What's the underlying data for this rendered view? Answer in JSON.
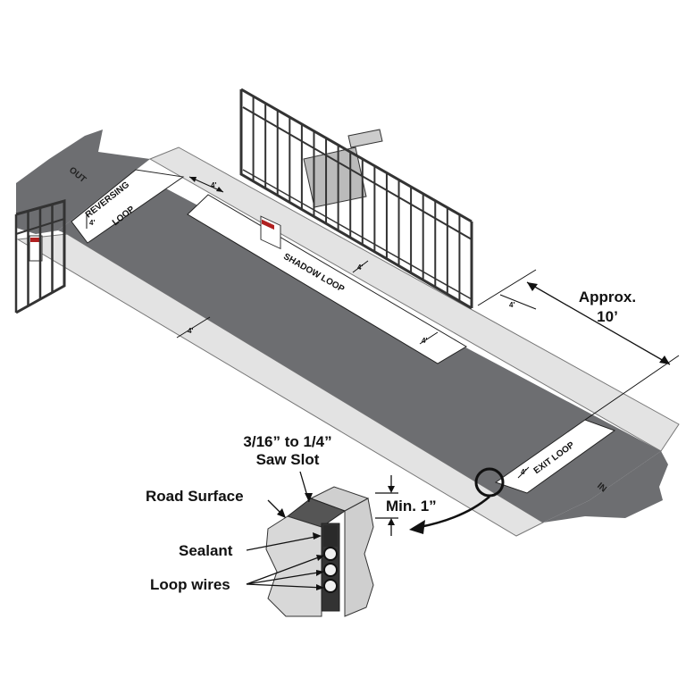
{
  "road_labels": {
    "out": "OUT",
    "in": "IN"
  },
  "loops": {
    "reversing_line1": "REVERSING",
    "reversing_line2": "LOOP",
    "shadow": "SHADOW LOOP",
    "exit": "EXIT LOOP"
  },
  "dimensions": {
    "four_ft": "4'",
    "approx_line1": "Approx.",
    "approx_line2": "10’"
  },
  "detail": {
    "saw_slot_line1": "3/16” to 1/4”",
    "saw_slot_line2": "Saw Slot",
    "road_surface": "Road Surface",
    "min_depth": "Min. 1”",
    "sealant": "Sealant",
    "loop_wires": "Loop wires"
  },
  "colors": {
    "road": "#6d6e71",
    "sidewalk": "#e3e3e3",
    "loop": "#ffffff",
    "concrete": "#d2d2d2",
    "line": "#1a1a1a"
  }
}
